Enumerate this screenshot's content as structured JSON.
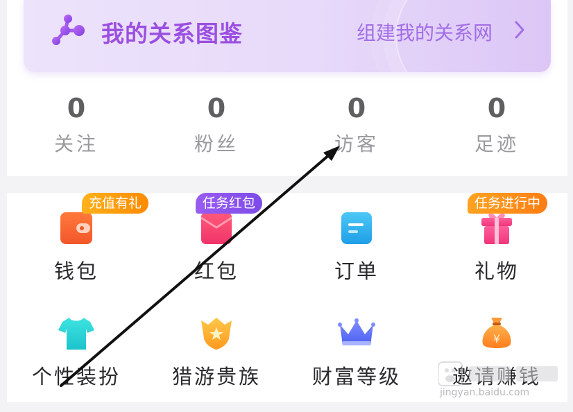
{
  "relation_banner": {
    "title": "我的关系图鉴",
    "link_text": "组建我的关系网",
    "icon": "relation-nodes-icon",
    "chevron_icon": "chevron-right-icon",
    "title_color": "#9b4fe0"
  },
  "stats": [
    {
      "value": "0",
      "label": "关注"
    },
    {
      "value": "0",
      "label": "粉丝"
    },
    {
      "value": "0",
      "label": "访客"
    },
    {
      "value": "0",
      "label": "足迹"
    }
  ],
  "grid": [
    {
      "label": "钱包",
      "icon": "wallet-icon",
      "badge": "充值有礼"
    },
    {
      "label": "红包",
      "icon": "red-envelope-icon",
      "badge": "任务红包"
    },
    {
      "label": "订单",
      "icon": "order-icon"
    },
    {
      "label": "礼物",
      "icon": "gift-icon",
      "badge": "任务进行中"
    },
    {
      "label": "个性装扮",
      "icon": "tshirt-icon"
    },
    {
      "label": "猎游贵族",
      "icon": "noble-shield-icon"
    },
    {
      "label": "财富等级",
      "icon": "crown-icon"
    },
    {
      "label": "邀请赚钱",
      "icon": "money-bag-icon"
    }
  ],
  "colors": {
    "accent_purple": "#9b4fe0",
    "badge_orange": "#ff8a00",
    "badge_purple": "#7d4be8",
    "arrow": "#111111"
  },
  "watermark": {
    "logo": "Baidu 经验",
    "url": "jingyan.baidu.com"
  }
}
